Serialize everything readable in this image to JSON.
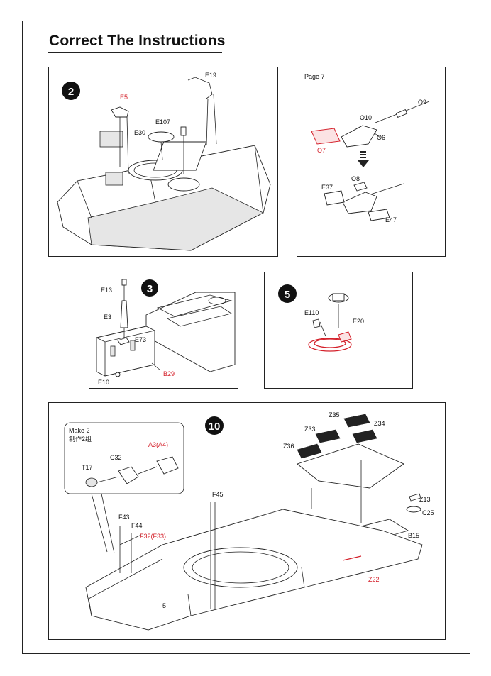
{
  "page": {
    "title": "Correct The Instructions"
  },
  "step2": {
    "number": "2",
    "labels": {
      "e5": "E5",
      "e19": "E19",
      "e107": "E107",
      "e30": "E30"
    }
  },
  "page7": {
    "header": "Page 7",
    "labels": {
      "o9": "O9",
      "o10": "O10",
      "o6": "O6",
      "o7": "O7",
      "o8": "O8",
      "e37": "E37",
      "e47": "E47"
    }
  },
  "step3": {
    "number": "3",
    "labels": {
      "e13": "E13",
      "e3": "E3",
      "e73": "E73",
      "e10": "E10",
      "b29": "B29"
    }
  },
  "step5": {
    "number": "5",
    "labels": {
      "e110": "E110",
      "e20": "E20"
    }
  },
  "step10": {
    "number": "10",
    "inset": {
      "line1": "Make 2",
      "line2": "制作2组",
      "a3": "A3(A4)",
      "c32": "C32",
      "t17": "T17"
    },
    "labels": {
      "z35": "Z35",
      "z33": "Z33",
      "z34": "Z34",
      "z36": "Z36",
      "f45": "F45",
      "f43": "F43",
      "f44": "F44",
      "f32": "F32(F33)",
      "z13": "Z13",
      "c25": "C25",
      "b15": "B15",
      "z22": "Z22",
      "five": "5"
    }
  },
  "colors": {
    "accent_red": "#d4202a",
    "ink": "#111111"
  }
}
